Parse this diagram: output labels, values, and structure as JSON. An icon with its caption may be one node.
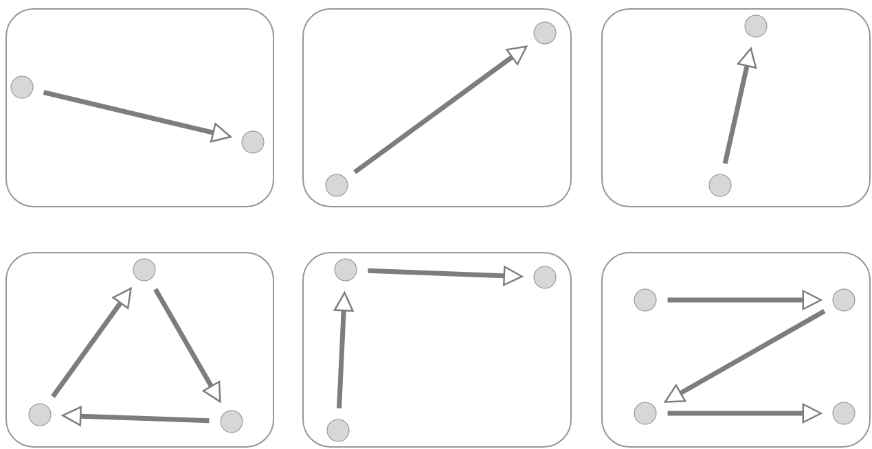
{
  "diagram": {
    "nodes": [
      {
        "text": [],
        "shape": "box"
      },
      {
        "text": [],
        "shape": "circle",
        "in": 0
      },
      {
        "text": [],
        "shape": "circle",
        "in": 0
      },
      {
        "text": [],
        "shape": "box"
      },
      {
        "text": [],
        "shape": "circle",
        "in": 3
      },
      {
        "text": [],
        "shape": "circle",
        "in": 3
      },
      {
        "text": [],
        "shape": "box"
      },
      {
        "text": [],
        "shape": "circle",
        "in": 6
      },
      {
        "text": [],
        "shape": "circle",
        "in": 6
      },
      {
        "text": [],
        "shape": "box"
      },
      {
        "text": [],
        "shape": "circle",
        "in": 9
      },
      {
        "text": [],
        "shape": "circle",
        "in": 9
      },
      {
        "text": [],
        "shape": "circle",
        "in": 9
      },
      {
        "text": [],
        "shape": "box"
      },
      {
        "text": [],
        "shape": "circle",
        "in": 13
      },
      {
        "text": [],
        "shape": "circle",
        "in": 13
      },
      {
        "text": [],
        "shape": "circle",
        "in": 13
      },
      {
        "text": [],
        "shape": "box"
      },
      {
        "text": [],
        "shape": "circle",
        "in": 17
      },
      {
        "text": [],
        "shape": "circle",
        "in": 17
      },
      {
        "text": [],
        "shape": "circle",
        "in": 17
      },
      {
        "text": [],
        "shape": "circle",
        "in": 17
      }
    ],
    "edges": [
      {
        "from": 1,
        "to": 2,
        "arrow": "to"
      },
      {
        "from": 4,
        "to": 5,
        "arrow": "to"
      },
      {
        "from": 8,
        "to": 7,
        "arrow": "to"
      },
      {
        "from": 11,
        "to": 10,
        "arrow": "to"
      },
      {
        "from": 10,
        "to": 12,
        "arrow": "to"
      },
      {
        "from": 12,
        "to": 11,
        "arrow": "to"
      },
      {
        "from": 16,
        "to": 14,
        "arrow": "to"
      },
      {
        "from": 14,
        "to": 15,
        "arrow": "to"
      },
      {
        "from": 18,
        "to": 19,
        "arrow": "to"
      },
      {
        "from": 19,
        "to": 20,
        "arrow": "to"
      },
      {
        "from": 20,
        "to": 21,
        "arrow": "to"
      }
    ]
  }
}
